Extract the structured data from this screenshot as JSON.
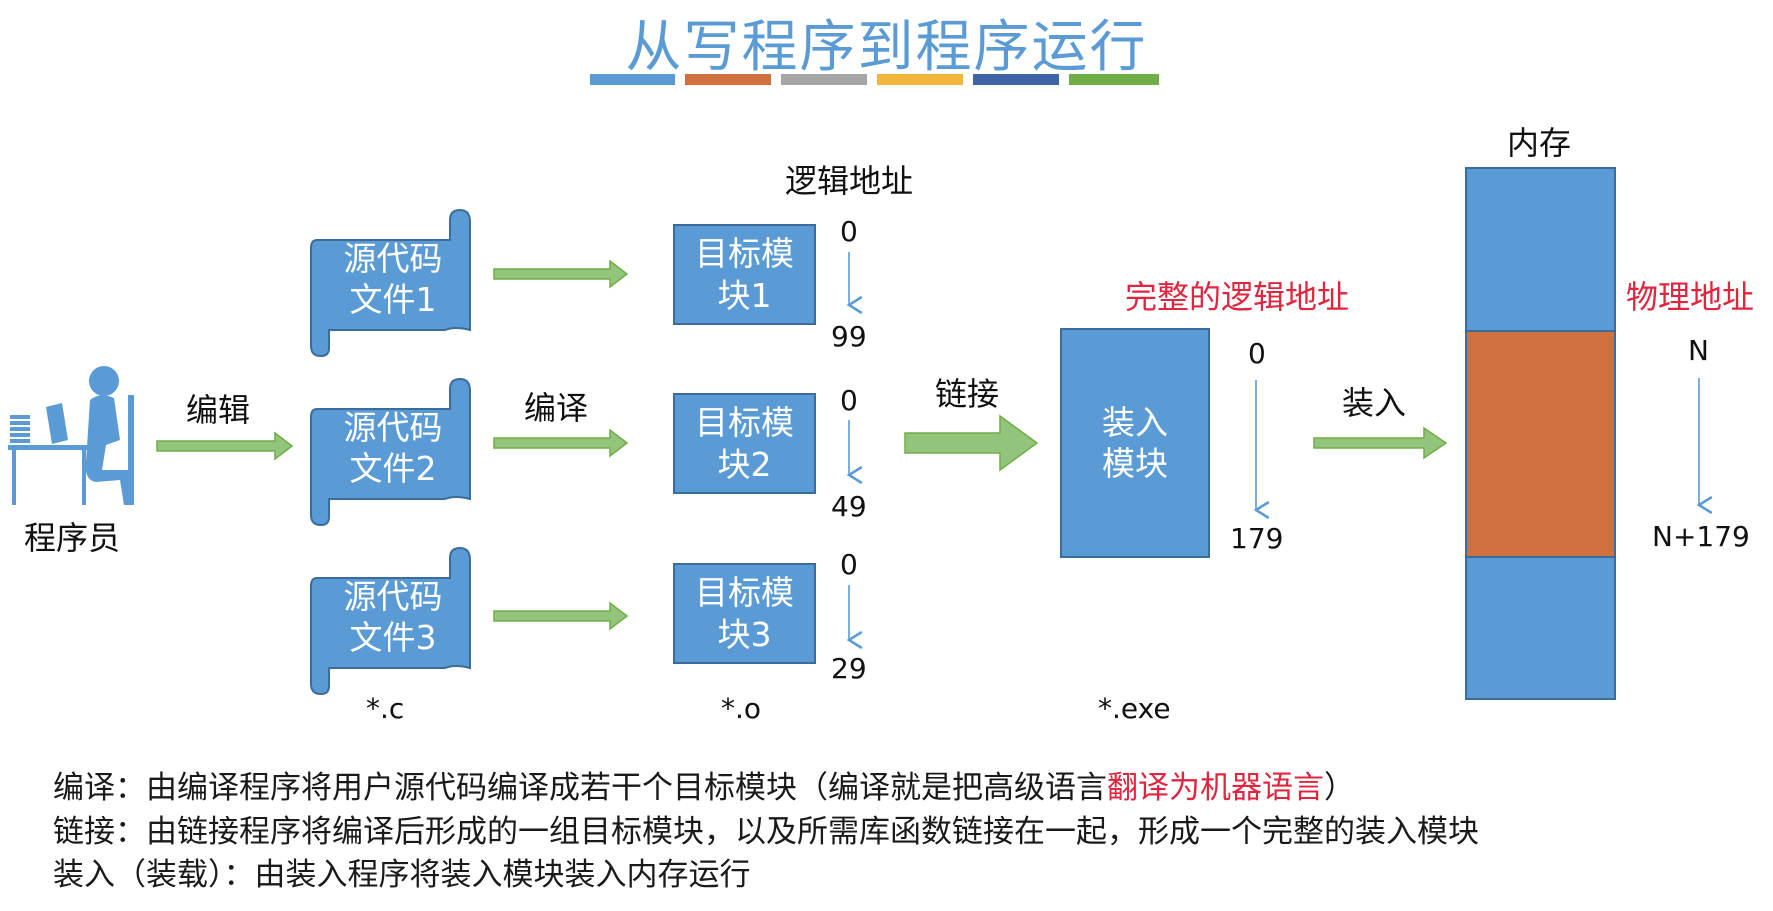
{
  "title": "从写程序到程序运行",
  "stripe_colors": [
    "#5b9bd5",
    "#d1703f",
    "#a5a5a5",
    "#f3b63c",
    "#3e63a7",
    "#70ad47"
  ],
  "programmer_label": "程序员",
  "edit_label": "编辑",
  "compile_label": "编译",
  "link_label": "链接",
  "load_label": "装入",
  "logical_address_label": "逻辑地址",
  "complete_logical_address_label": "完整的逻辑地址",
  "physical_address_label": "物理地址",
  "memory_label": "内存",
  "source_files": [
    {
      "line1": "源代码",
      "line2": "文件1"
    },
    {
      "line1": "源代码",
      "line2": "文件2"
    },
    {
      "line1": "源代码",
      "line2": "文件3"
    }
  ],
  "object_modules": [
    {
      "line1": "目标模",
      "line2": "块1",
      "start": "0",
      "end": "99"
    },
    {
      "line1": "目标模",
      "line2": "块2",
      "start": "0",
      "end": "49"
    },
    {
      "line1": "目标模",
      "line2": "块3",
      "start": "0",
      "end": "29"
    }
  ],
  "load_module": {
    "line1": "装入",
    "line2": "模块",
    "start": "0",
    "end": "179"
  },
  "physical": {
    "start": "N",
    "end": "N+179"
  },
  "ext_c": "*.c",
  "ext_o": "*.o",
  "ext_exe": "*.exe",
  "desc": {
    "compile_prefix": "编译：由编译程序将用户源代码编译成若干个目标模块（编译就是把高级语言",
    "compile_highlight": "翻译为机器语言",
    "compile_suffix": "）",
    "link": "链接：由链接程序将编译后形成的一组目标模块，以及所需库函数链接在一起，形成一个完整的装入模块",
    "load": "装入（装载）：由装入程序将装入模块装入内存运行"
  }
}
